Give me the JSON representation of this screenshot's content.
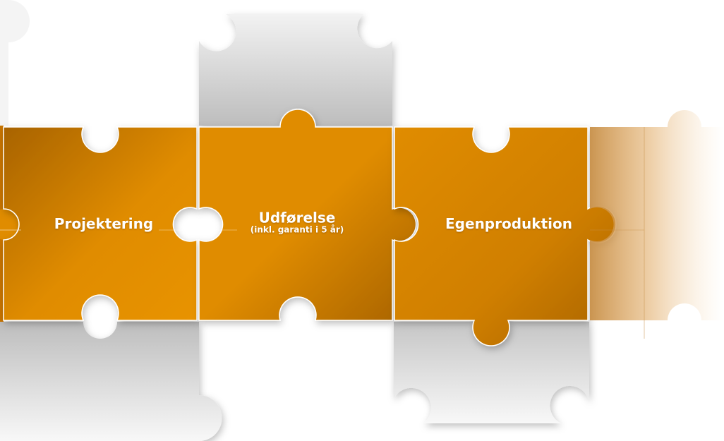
{
  "pieces": {
    "projektering": {
      "label": "Projektering"
    },
    "udforelse": {
      "label": "Udførelse",
      "sublabel": "(inkl. garanti i 5 år)"
    },
    "egenproduktion": {
      "label": "Egenproduktion"
    }
  },
  "colors": {
    "orange_dark": "#a86300",
    "orange": "#e08c00",
    "orange_light": "#f0a020",
    "gray_light": "#f4f4f4",
    "gray_mid": "#c8c8c8",
    "background": "#ffffff"
  }
}
